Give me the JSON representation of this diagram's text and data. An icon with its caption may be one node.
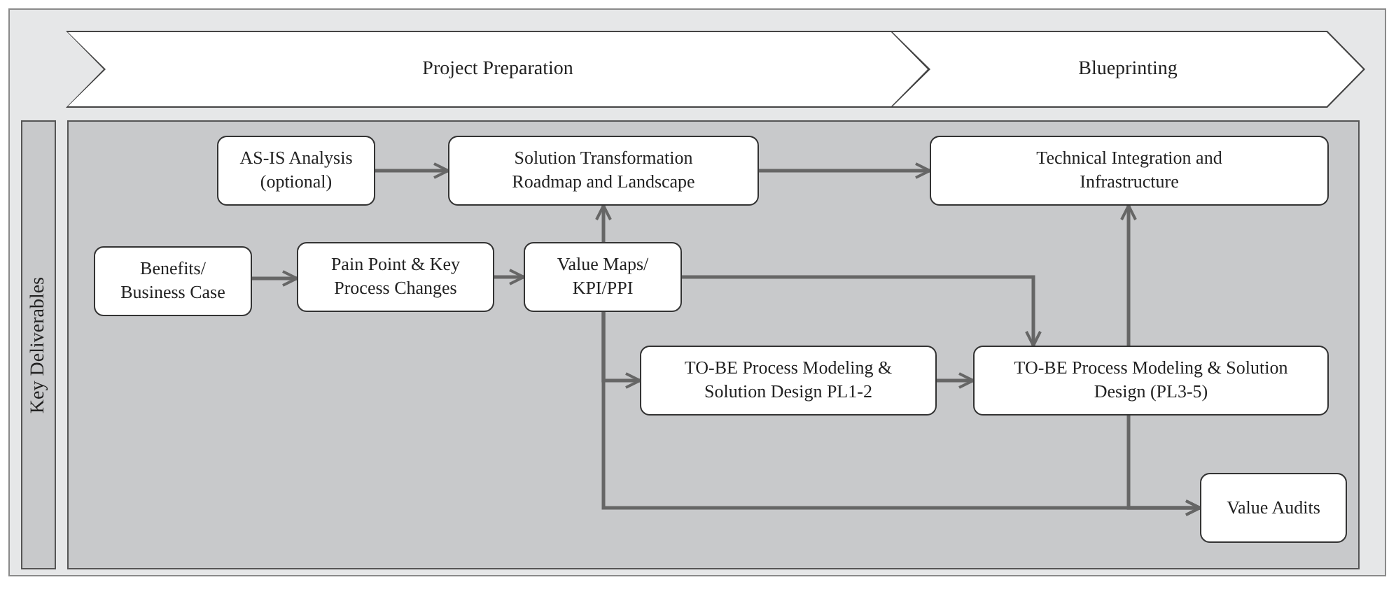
{
  "diagram": {
    "nodes": [
      {
        "text": [
          "Project Preparation"
        ]
      },
      {
        "text": [
          "Blueprinting"
        ]
      },
      {
        "text": [
          "Key Deliverables"
        ]
      },
      {
        "text": [
          "AS-IS Analysis (optional)"
        ]
      },
      {
        "text": [
          "Solution Transformation Roadmap and Landscape"
        ]
      },
      {
        "text": [
          "Technical Integration and Infrastructure"
        ]
      },
      {
        "text": [
          "Benefits/ Business Case"
        ]
      },
      {
        "text": [
          "Pain Point & Key Process Changes"
        ]
      },
      {
        "text": [
          "Value Maps/ KPI/PPI"
        ]
      },
      {
        "text": [
          "TO-BE Process Modeling & Solution Design PL1-2"
        ]
      },
      {
        "text": [
          "TO-BE Process Modeling & Solution Design (PL3-5)"
        ]
      },
      {
        "text": [
          "Value Audits"
        ]
      }
    ],
    "edges": [
      {
        "from": 3,
        "to": 4,
        "arrow": "to"
      },
      {
        "from": 4,
        "to": 5,
        "arrow": "to"
      },
      {
        "from": 6,
        "to": 7,
        "arrow": "to"
      },
      {
        "from": 7,
        "to": 8,
        "arrow": "to"
      },
      {
        "from": 8,
        "to": 4,
        "arrow": "to"
      },
      {
        "from": 8,
        "to": 10,
        "arrow": "to"
      },
      {
        "from": 8,
        "to": 9,
        "arrow": "to"
      },
      {
        "from": 8,
        "to": 11,
        "arrow": "to"
      },
      {
        "from": 9,
        "to": 10,
        "arrow": "to"
      },
      {
        "from": 10,
        "to": 5,
        "arrow": "to"
      },
      {
        "from": 10,
        "to": 11,
        "arrow": "to"
      }
    ]
  }
}
